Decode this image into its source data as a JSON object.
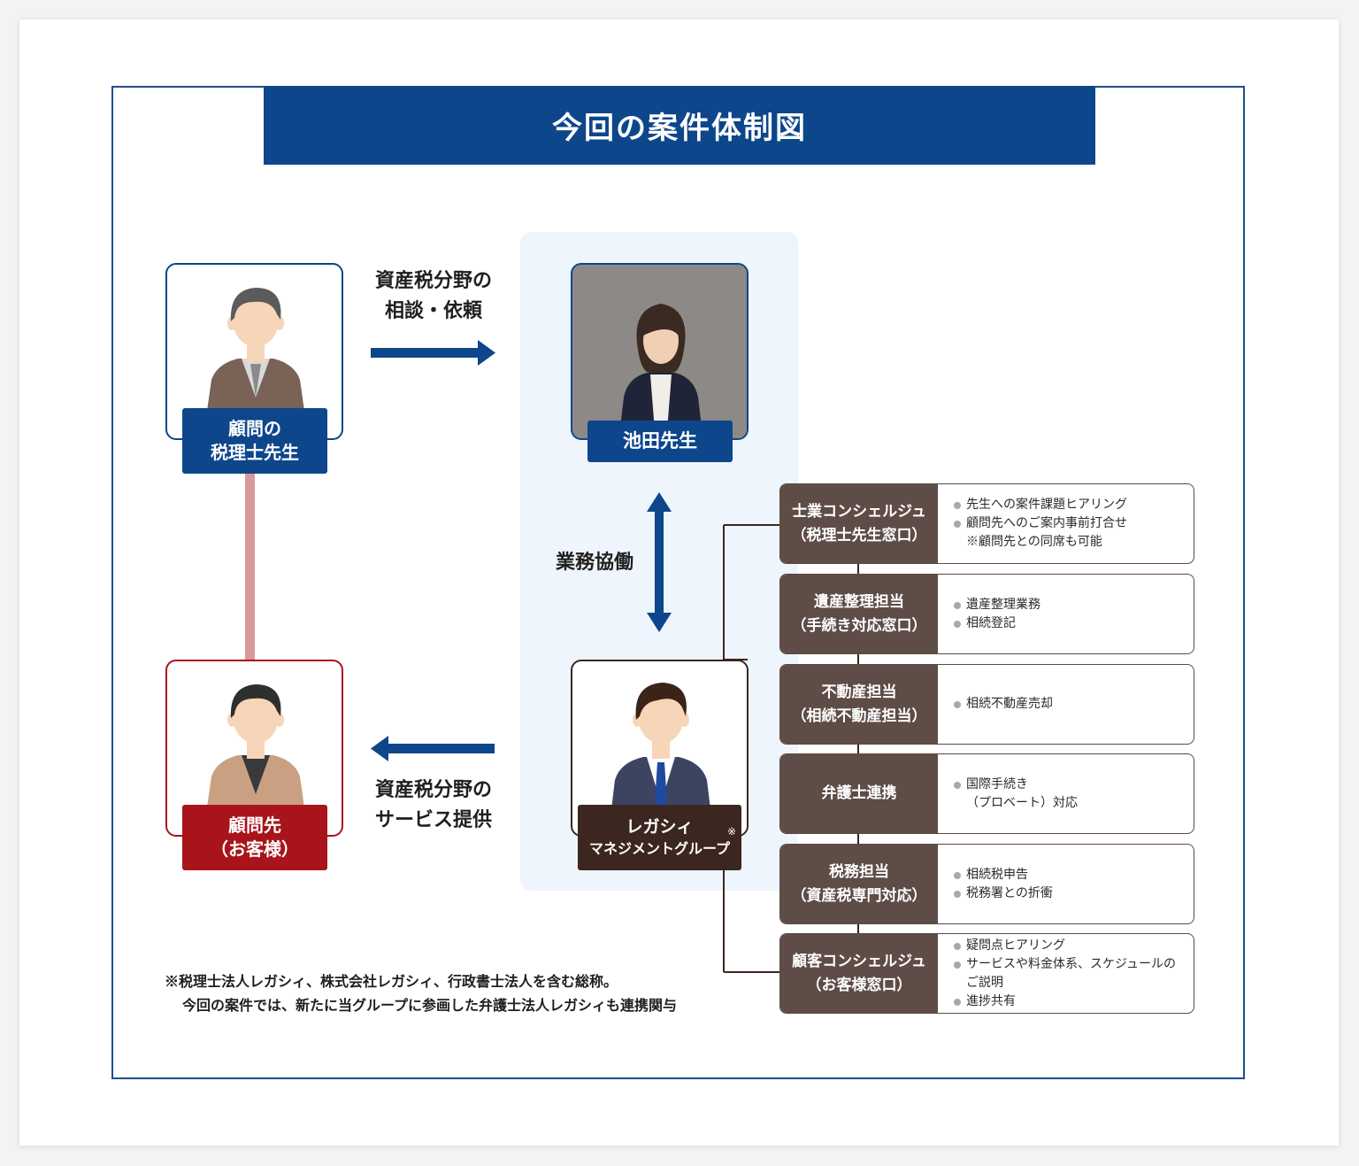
{
  "title": "今回の案件体制図",
  "colors": {
    "navy": "#0d468b",
    "red": "#a8141a",
    "brown": "#3c2620",
    "role_brown": "#5e4c47",
    "panel": "#eef5fc",
    "link_pink": "#d9999c"
  },
  "advisor_tax": {
    "line1": "顧問の",
    "line2": "税理士先生"
  },
  "client": {
    "line1": "顧問先",
    "line2": "（お客様）"
  },
  "ikeda": {
    "label": "池田先生",
    "icon": "photo-icon"
  },
  "legacy": {
    "line1": "レガシィ",
    "line2": "マネジメントグループ",
    "mark": "※"
  },
  "arrow_consult": {
    "line1": "資産税分野の",
    "line2": "相談・依頼"
  },
  "arrow_service": {
    "line1": "資産税分野の",
    "line2": "サービス提供"
  },
  "collab": "業務協働",
  "roles": [
    {
      "head1": "士業コンシェルジュ",
      "head2": "（税理士先生窓口）",
      "items": [
        "先生への案件課題ヒアリング",
        "顧問先へのご案内事前打合せ"
      ],
      "sub": "※顧問先との同席も可能"
    },
    {
      "head1": "遺産整理担当",
      "head2": "（手続き対応窓口）",
      "items": [
        "遺産整理業務",
        "相続登記"
      ]
    },
    {
      "head1": "不動産担当",
      "head2": "（相続不動産担当）",
      "items": [
        "相続不動産売却"
      ]
    },
    {
      "head1": "弁護士連携",
      "head2": "",
      "items": [
        "国際手続き"
      ],
      "sub": "（プロベート）対応"
    },
    {
      "head1": "税務担当",
      "head2": "（資産税専門対応）",
      "items": [
        "相続税申告",
        "税務署との折衝"
      ]
    },
    {
      "head1": "顧客コンシェルジュ",
      "head2": "（お客様窓口）",
      "items": [
        "疑問点ヒアリング",
        "サービスや料金体系、スケジュールのご説明",
        "進捗共有"
      ]
    }
  ],
  "note": {
    "line1": "※税理士法人レガシィ、株式会社レガシィ、行政書士法人を含む総称。",
    "line2": "今回の案件では、新たに当グループに参画した弁護士法人レガシィも連携関与"
  }
}
